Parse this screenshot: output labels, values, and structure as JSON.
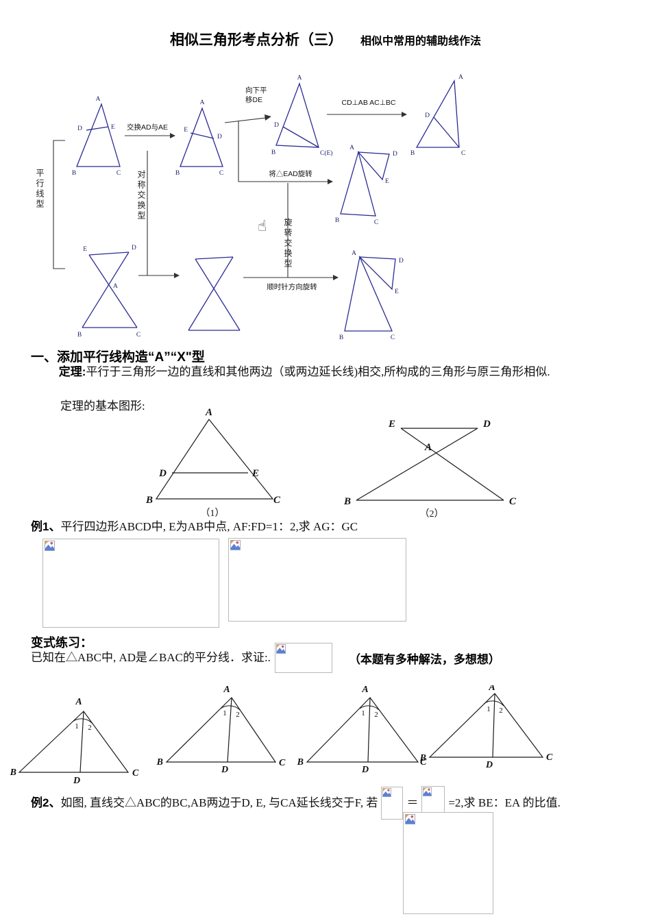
{
  "colors": {
    "triangle_stroke": "#2b2b94",
    "figure_stroke": "#1a1a1a"
  },
  "icons": {
    "hand": "☝"
  },
  "title": {
    "main": "相似三角形考点分析（三）",
    "sub": "相似中常用的辅助线作法"
  },
  "flowchart": {
    "swap": "交换AD与AE",
    "translate_line1": "向下平",
    "translate_line2": "移DE",
    "perp": "CD⊥AB  AC⊥BC",
    "rotate_ead": "将△EAD旋转",
    "parallel_type": "平行线型",
    "symmetric_type": "对称交换型",
    "rotation_type": "旋转交换型",
    "clockwise": "顺时针方向旋转",
    "v": {
      "A": "A",
      "B": "B",
      "C": "C",
      "D": "D",
      "E": "E",
      "CE": "C(E)"
    }
  },
  "section": {
    "heading": "一、添加平行线构造“A”“X\"型",
    "theorem_label": "定理:",
    "theorem_body": "平行于三角形一边的直线和其他两边（或两边延长线)相交,所构成的三角形与原三角形相似.",
    "figures_label": "定理的基本图形:",
    "cap1": "（1）",
    "cap2": "（2）"
  },
  "ex1": {
    "label": "例1、",
    "body": "平行四边形ABCD中, E为AB中点, AF:FD=1：2,求 AG：GC"
  },
  "variation": {
    "heading": "变式练习：",
    "before": "已知在△ABC中, AD是∠BAC的平分线．求证:.",
    "note": "（本题有多种解法，多想想）"
  },
  "ex2": {
    "label": "例2、",
    "before": "如图, 直线交△ABC的BC,AB两边于D, E, 与CA延长线交于F, 若",
    "equals": "＝",
    "after": "=2,求 BE：EA 的比值."
  },
  "fig": {
    "A": "A",
    "B": "B",
    "C": "C",
    "D": "D",
    "E": "E",
    "n1": "1",
    "n2": "2"
  }
}
